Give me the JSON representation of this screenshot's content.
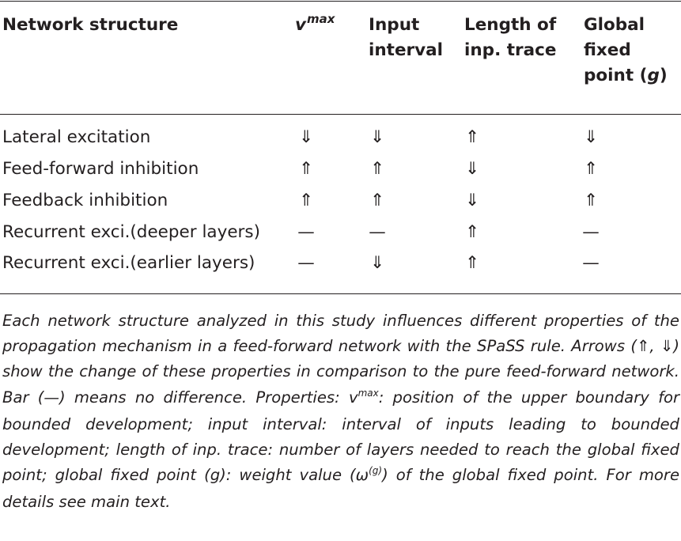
{
  "table": {
    "headers": {
      "structure": "Network structure",
      "vmax_base": "v",
      "vmax_sup": "max",
      "input_interval": "Input\ninterval",
      "trace_length": "Length of\ninp. trace",
      "fixed_point_prefix": "Global\nfixed\npoint (",
      "fixed_point_var": "g",
      "fixed_point_suffix": ")"
    },
    "rows": [
      {
        "name": "Lateral excitation",
        "vmax": "⇓",
        "interval": "⇓",
        "trace": "⇑",
        "fixed": "⇓"
      },
      {
        "name": "Feed-forward inhibition",
        "vmax": "⇑",
        "interval": "⇑",
        "trace": "⇓",
        "fixed": "⇑"
      },
      {
        "name": "Feedback inhibition",
        "vmax": "⇑",
        "interval": "⇑",
        "trace": "⇓",
        "fixed": "⇑"
      },
      {
        "name": "Recurrent exci.(deeper layers)",
        "vmax": "—",
        "interval": "—",
        "trace": "⇑",
        "fixed": "—"
      },
      {
        "name": "Recurrent exci.(earlier layers)",
        "vmax": "—",
        "interval": "⇓",
        "trace": "⇑",
        "fixed": "—"
      }
    ]
  },
  "caption": {
    "part1": "Each network structure analyzed in this study influences different properties of the propagation mechanism in a feed-forward network with the SPaSS rule. Arrows (⇑, ⇓) show the change of these properties in comparison to the pure feed-forward network. Bar (—) means no difference. Properties: v",
    "sup1": "max",
    "part2": ": position of the upper boundary for bounded development; input interval: interval of inputs leading to bounded development; length of inp. trace: number of layers needed to reach the global fixed point; global fixed point (g): weight value (ω",
    "sup2": "(g)",
    "part3": ") of the global fixed point. For more details see main text."
  }
}
